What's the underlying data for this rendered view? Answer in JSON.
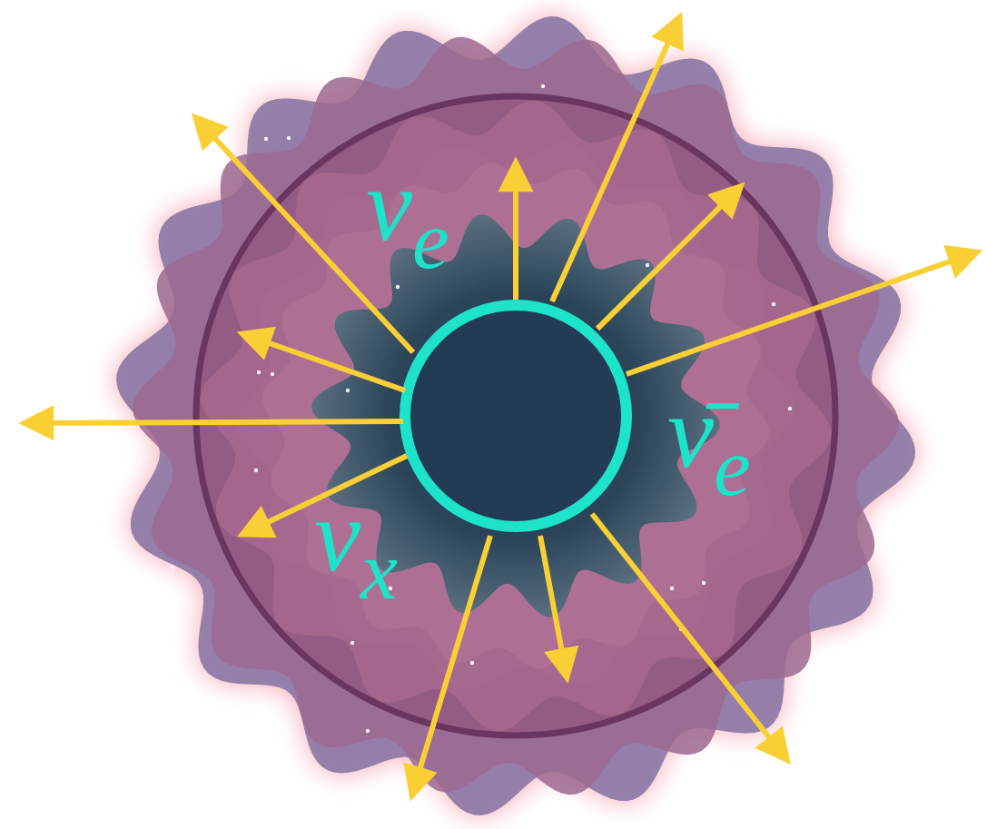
{
  "diagram": {
    "labels": [
      "νe",
      "ν̄e",
      "νx"
    ]
  }
}
